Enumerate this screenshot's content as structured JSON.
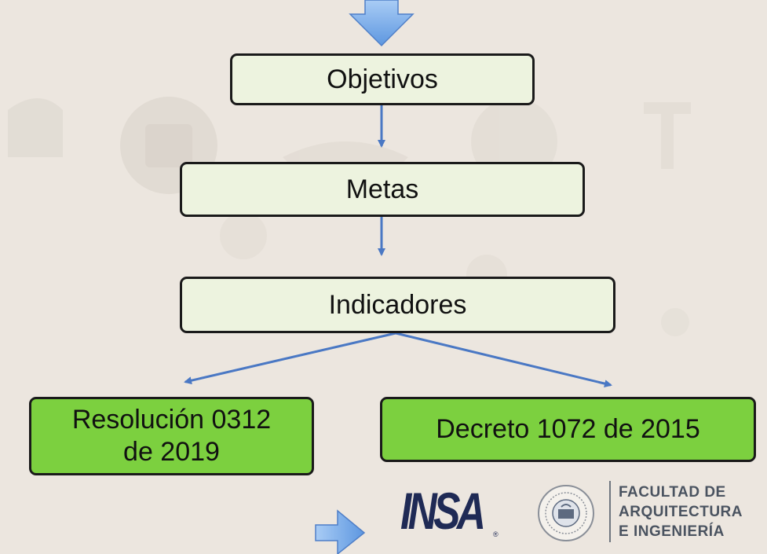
{
  "diagram": {
    "nodes": [
      {
        "id": "objetivos",
        "label": "Objetivos"
      },
      {
        "id": "metas",
        "label": "Metas"
      },
      {
        "id": "indicadores",
        "label": "Indicadores"
      },
      {
        "id": "resolucion",
        "label_line1": "Resolución 0312",
        "label_line2": "de 2019"
      },
      {
        "id": "decreto",
        "label": "Decreto 1072 de 2015"
      }
    ],
    "edges": [
      {
        "from": "objetivos",
        "to": "metas"
      },
      {
        "from": "metas",
        "to": "indicadores"
      },
      {
        "from": "indicadores",
        "to": "resolucion"
      },
      {
        "from": "indicadores",
        "to": "decreto"
      }
    ]
  },
  "logos": {
    "insa": {
      "text": "INSA"
    },
    "facultad": {
      "line1": "FACULTAD DE",
      "line2": "ARQUITECTURA",
      "line3": "E INGENIERÍA"
    }
  },
  "colors": {
    "connector": "#4a78c4",
    "block_arrow": "#6fa8e8",
    "box_light": "#edf3df",
    "box_green": "#7cd03f",
    "border": "#1a1a1a"
  }
}
